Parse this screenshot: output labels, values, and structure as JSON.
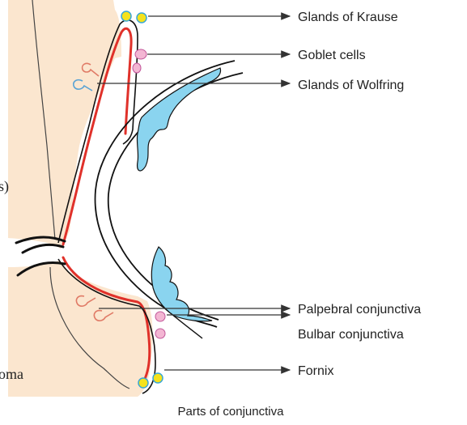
{
  "caption": "Parts of conjunctiva",
  "labels": {
    "glands_of_krause": "Glands of Krause",
    "goblet_cells": "Goblet cells",
    "glands_of_wolfring": "Glands of Wolfring",
    "palpebral_conjunctiva": "Palpebral conjunctiva",
    "bulbar_conjunctiva": "Bulbar conjunctiva",
    "fornix": "Fornix"
  },
  "edge_fragments": {
    "left_upper": "s)",
    "left_lower": "oma"
  },
  "colors": {
    "lid_tissue": "#fbe6cf",
    "conjunctiva_line": "#e0312a",
    "goblet_cell": "#f3b6d3",
    "goblet_outline": "#c2579a",
    "krause_gland": "#f5e21c",
    "krause_outline": "#39a7d6",
    "tarsal_gland": "#8ad4ef",
    "outline": "#111111",
    "pointer": "#333333"
  }
}
